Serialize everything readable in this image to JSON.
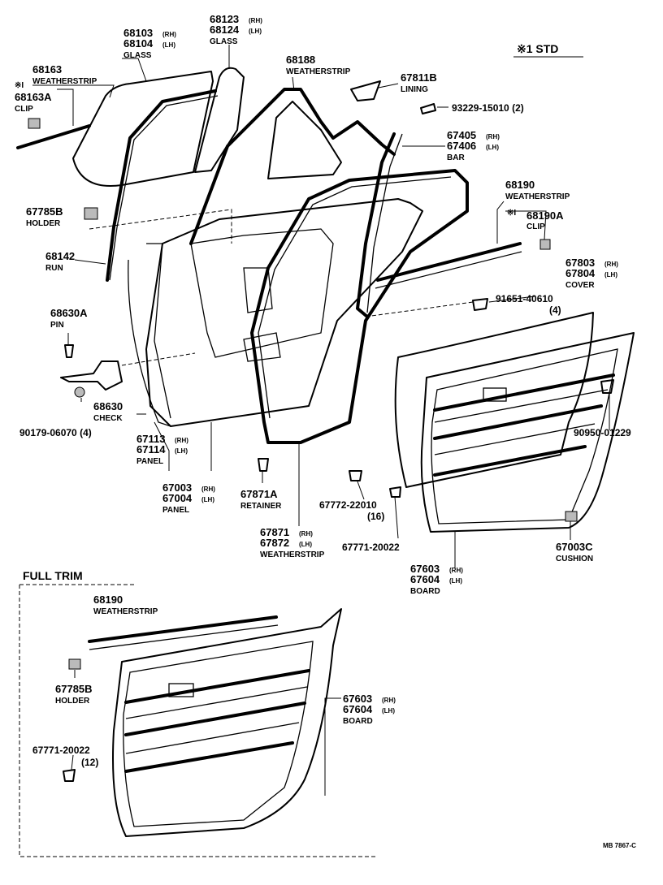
{
  "header": {
    "std_note": "※1 STD"
  },
  "parts": {
    "p68103": {
      "num": "68103",
      "suffix": "(RH)"
    },
    "p68104": {
      "num": "68104",
      "suffix": "(LH)",
      "name": "GLASS"
    },
    "p68123": {
      "num": "68123",
      "suffix": "(RH)"
    },
    "p68124": {
      "num": "68124",
      "suffix": "(LH)",
      "name": "GLASS"
    },
    "p68163": {
      "num": "68163",
      "name": "WEATHERSTRIP"
    },
    "p68163A": {
      "mark": "※I",
      "num": "68163A",
      "name": "CLIP"
    },
    "p68188": {
      "num": "68188",
      "name": "WEATHERSTRIP"
    },
    "p67811B": {
      "num": "67811B",
      "name": "LINING"
    },
    "p93229": {
      "num": "93229-15010 (2)"
    },
    "p67405": {
      "num": "67405",
      "suffix": "(RH)"
    },
    "p67406": {
      "num": "67406",
      "suffix": "(LH)",
      "name": "BAR"
    },
    "p68190": {
      "num": "68190",
      "name": "WEATHERSTRIP"
    },
    "p68190A": {
      "mark": "※I",
      "num": "68190A",
      "name": "CLIP"
    },
    "p67785B": {
      "num": "67785B",
      "name": "HOLDER"
    },
    "p68142": {
      "num": "68142",
      "name": "RUN"
    },
    "p67803": {
      "num": "67803",
      "suffix": "(RH)"
    },
    "p67804": {
      "num": "67804",
      "suffix": "(LH)",
      "name": "COVER"
    },
    "p91651": {
      "num": "91651-40610",
      "qty": "(4)"
    },
    "p68630A": {
      "num": "68630A",
      "name": "PIN"
    },
    "p68630": {
      "num": "68630",
      "name": "CHECK"
    },
    "p90179": {
      "num": "90179-06070 (4)"
    },
    "p67113": {
      "num": "67113",
      "suffix": "(RH)"
    },
    "p67114": {
      "num": "67114",
      "suffix": "(LH)",
      "name": "PANEL"
    },
    "p90950": {
      "num": "90950-01229"
    },
    "p67003": {
      "num": "67003",
      "suffix": "(RH)"
    },
    "p67004": {
      "num": "67004",
      "suffix": "(LH)",
      "name": "PANEL"
    },
    "p67871A": {
      "num": "67871A",
      "name": "RETAINER"
    },
    "p67772": {
      "num": "67772-22010",
      "qty": "(16)"
    },
    "p67871": {
      "num": "67871",
      "suffix": "(RH)"
    },
    "p67872": {
      "num": "67872",
      "suffix": "(LH)",
      "name": "WEATHERSTRIP"
    },
    "p67771": {
      "num": "67771-20022"
    },
    "p67003C": {
      "num": "67003C",
      "name": "CUSHION"
    },
    "p67603": {
      "num": "67603",
      "suffix": "(RH)"
    },
    "p67604": {
      "num": "67604",
      "suffix": "(LH)",
      "name": "BOARD"
    }
  },
  "full_trim": {
    "title": "FULL TRIM",
    "p68190": {
      "num": "68190",
      "name": "WEATHERSTRIP"
    },
    "p67785B": {
      "num": "67785B",
      "name": "HOLDER"
    },
    "p67771": {
      "num": "67771-20022",
      "qty": "(12)"
    },
    "p67603": {
      "num": "67603",
      "suffix": "(RH)"
    },
    "p67604": {
      "num": "67604",
      "suffix": "(LH)",
      "name": "BOARD"
    }
  },
  "footer": {
    "code": "MB 7867-C"
  }
}
